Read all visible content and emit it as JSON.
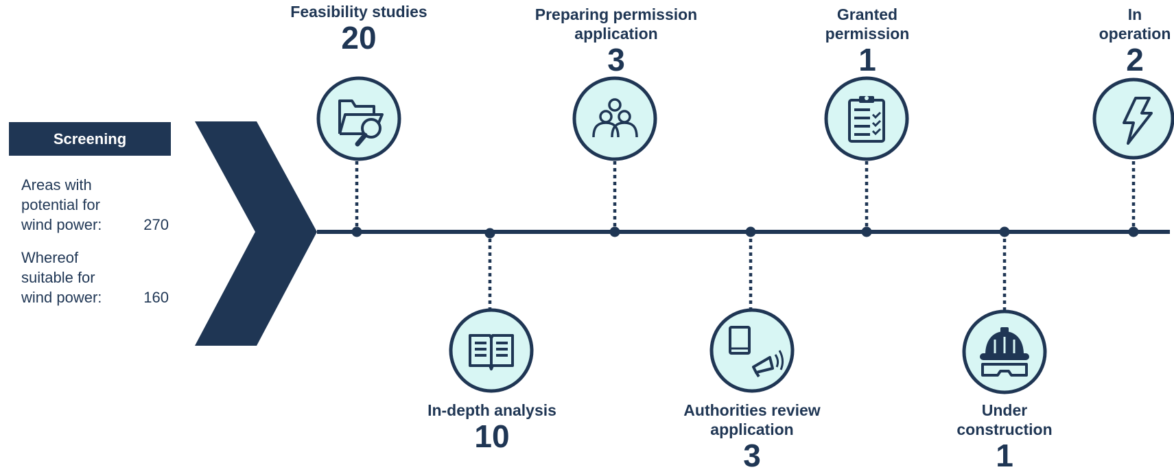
{
  "screening": {
    "title": "Screening",
    "areas_label": "Areas with potential for wind power:",
    "areas_value": "270",
    "suitable_label": "Whereof suitable for wind power:",
    "suitable_value": "160"
  },
  "colors": {
    "navy": "#1f3654",
    "icon_fill": "#d8f6f4"
  },
  "stages": [
    {
      "title": "Feasibility studies",
      "count": "20",
      "icon": "folder-search-icon"
    },
    {
      "title": "In-depth analysis",
      "count": "10",
      "icon": "open-book-icon"
    },
    {
      "title": "Preparing permission application",
      "count": "3",
      "icon": "people-group-icon"
    },
    {
      "title": "Authorities review application",
      "count": "3",
      "icon": "book-megaphone-icon"
    },
    {
      "title": "Granted permission",
      "count": "1",
      "icon": "checklist-clipboard-icon"
    },
    {
      "title": "Under construction",
      "count": "1",
      "icon": "hardhat-goggles-icon"
    },
    {
      "title": "In operation",
      "count": "2",
      "icon": "lightning-bolt-icon"
    }
  ]
}
